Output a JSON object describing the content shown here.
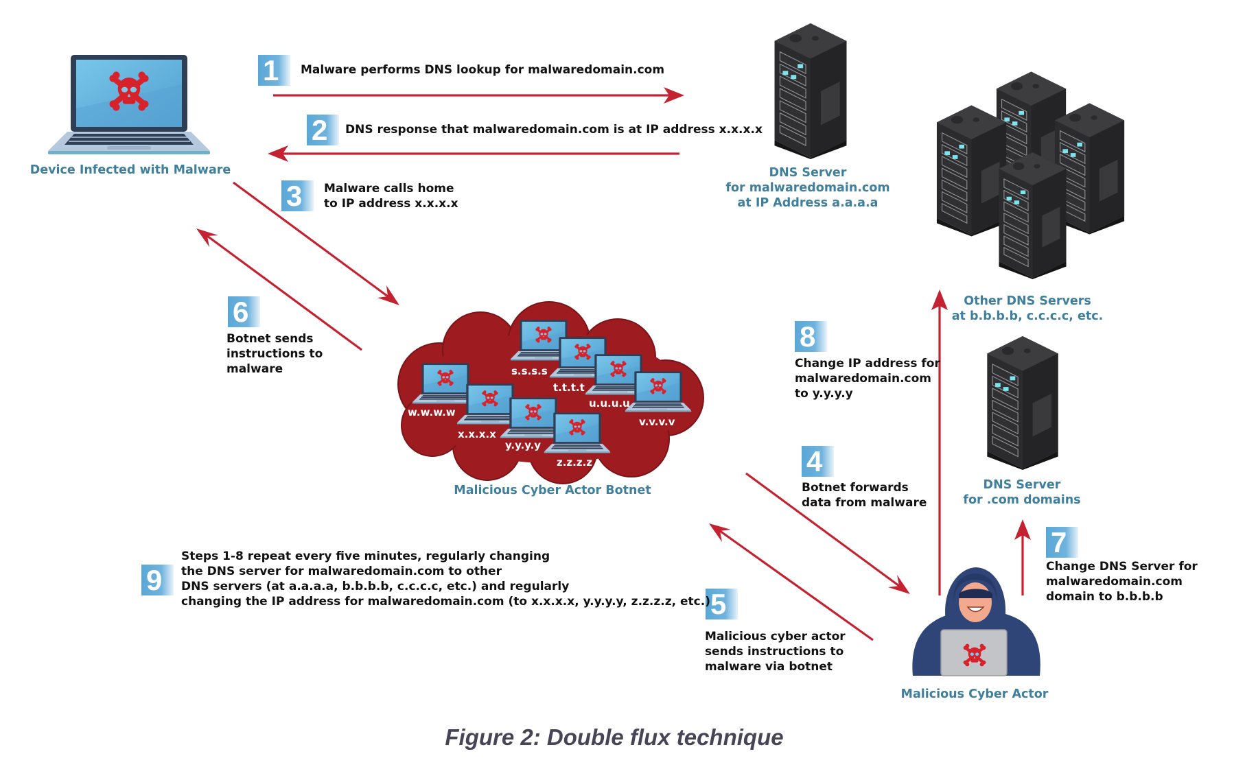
{
  "figure": {
    "caption": "Figure 2: Double flux technique"
  },
  "colors": {
    "arrow": "#c42231",
    "label": "#3f7f9c",
    "badge": "#5aa7d6",
    "cloud": "#9e1b20",
    "skull": "#d8222b",
    "server": "#2e2e30"
  },
  "nodes": {
    "infected_device": {
      "label": "Device Infected with Malware",
      "icon": "infected-laptop-icon"
    },
    "dns_server_primary": {
      "label": "DNS Server\nfor malwaredomain.com\nat IP Address a.a.a.a",
      "icon": "server-icon"
    },
    "other_dns_servers": {
      "label": "Other DNS Servers\nat b.b.b.b, c.c.c.c, etc.",
      "icon": "server-cluster-icon"
    },
    "dns_server_com": {
      "label": "DNS Server\nfor .com domains",
      "icon": "server-icon"
    },
    "botnet": {
      "label": "Malicious Cyber Actor Botnet",
      "icon": "cloud-icon",
      "hosts": [
        "s.s.s.s",
        "t.t.t.t",
        "u.u.u.u",
        "v.v.v.v",
        "w.w.w.w",
        "x.x.x.x",
        "y.y.y.y",
        "z.z.z.z"
      ]
    },
    "cyber_actor": {
      "label": "Malicious Cyber Actor",
      "icon": "hooded-hacker-icon"
    }
  },
  "steps": [
    {
      "number": "1",
      "text": "Malware performs DNS lookup for malwaredomain.com"
    },
    {
      "number": "2",
      "text": "DNS response that malwaredomain.com is at IP address x.x.x.x"
    },
    {
      "number": "3",
      "text": "Malware calls home\nto IP address x.x.x.x"
    },
    {
      "number": "4",
      "text": "Botnet forwards\ndata from malware"
    },
    {
      "number": "5",
      "text": "Malicious cyber actor\nsends instructions to\nmalware via botnet"
    },
    {
      "number": "6",
      "text": "Botnet sends\ninstructions to\nmalware"
    },
    {
      "number": "7",
      "text": "Change DNS Server for\nmalwaredomain.com\ndomain to b.b.b.b"
    },
    {
      "number": "8",
      "text": "Change IP address for\nmalwaredomain.com\nto y.y.y.y"
    },
    {
      "number": "9",
      "text": "Steps 1-8 repeat every five minutes, regularly changing\nthe DNS server for malwaredomain.com to other\nDNS servers (at a.a.a.a, b.b.b.b, c.c.c.c, etc.) and regularly\nchanging the IP address for malwaredomain.com (to x.x.x.x, y.y.y.y, z.z.z.z, etc.)"
    }
  ]
}
